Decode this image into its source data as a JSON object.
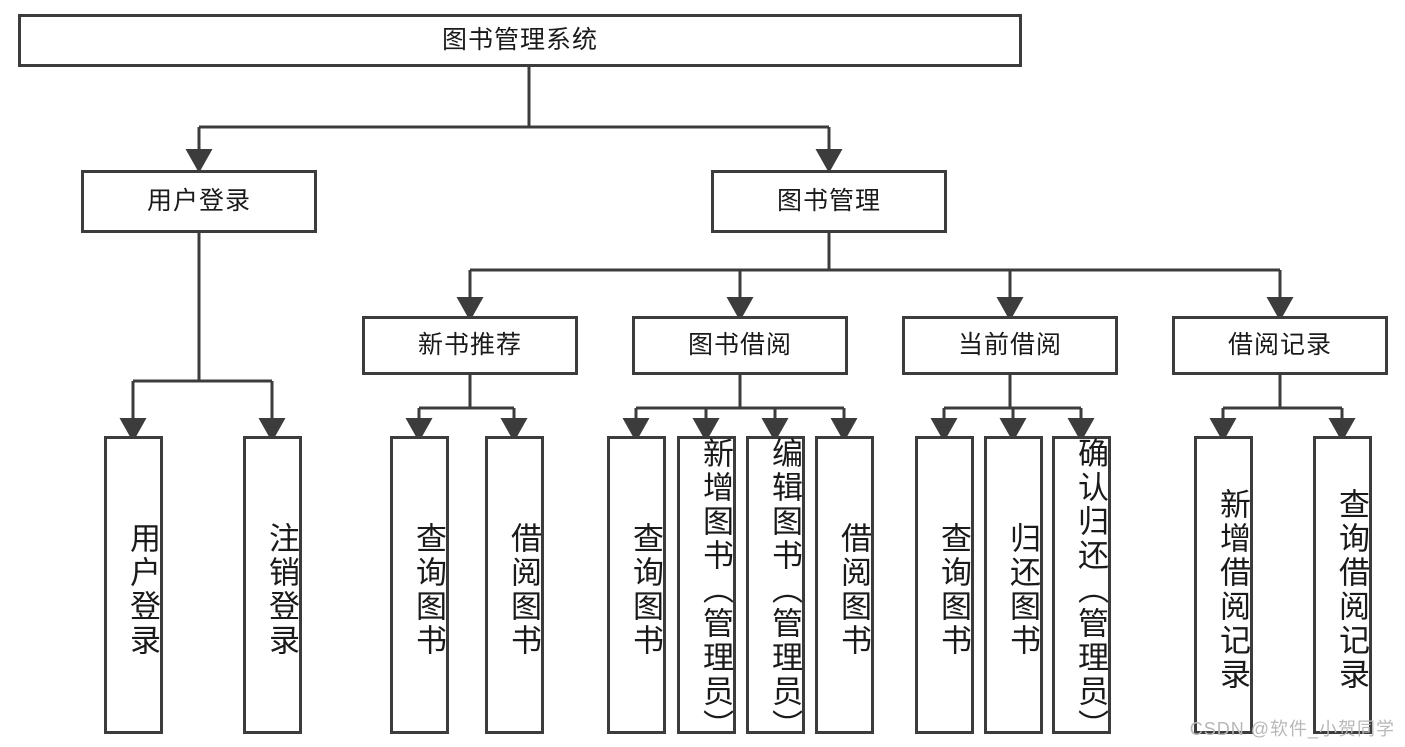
{
  "diagram": {
    "title": "图书管理系统",
    "type": "hierarchy-tree",
    "watermark": "CSDN @软件_小贺同学",
    "colors": {
      "border": "#3c3c3c",
      "background": "#ffffff",
      "text": "#1a1a1a",
      "watermark": "#b8b8b8"
    },
    "nodes": {
      "root": {
        "label": "图书管理系统"
      },
      "level2": [
        {
          "label": "用户登录"
        },
        {
          "label": "图书管理"
        }
      ],
      "level3": [
        {
          "label": "新书推荐"
        },
        {
          "label": "图书借阅"
        },
        {
          "label": "当前借阅"
        },
        {
          "label": "借阅记录"
        }
      ],
      "leaves_user_login": [
        {
          "label": "用户登录"
        },
        {
          "label": "注销登录"
        }
      ],
      "leaves_new_books": [
        {
          "label": "查询图书"
        },
        {
          "label": "借阅图书"
        }
      ],
      "leaves_borrow": [
        {
          "label": "查询图书"
        },
        {
          "label": "新增图书（管理员）"
        },
        {
          "label": "编辑图书（管理员）"
        },
        {
          "label": "借阅图书"
        }
      ],
      "leaves_current": [
        {
          "label": "查询图书"
        },
        {
          "label": "归还图书"
        },
        {
          "label": "确认归还（管理员）"
        }
      ],
      "leaves_records": [
        {
          "label": "新增借阅记录"
        },
        {
          "label": "查询借阅记录"
        }
      ]
    }
  }
}
